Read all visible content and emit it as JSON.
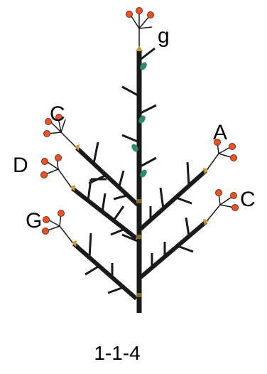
{
  "diagram": {
    "branch_labels": {
      "top": "g",
      "upper_left": "C",
      "middle_left": "D",
      "lower_left": "G",
      "upper_right": "A",
      "lower_right": "C"
    },
    "caption": "1-1-4",
    "colors": {
      "stem": "#1a1a1a",
      "bud_tip": "#c79a3a",
      "leaf_bud": "#2e8b6e",
      "berry": "#e8542a",
      "berry_outline": "#7a2a10",
      "text": "#000000"
    }
  }
}
